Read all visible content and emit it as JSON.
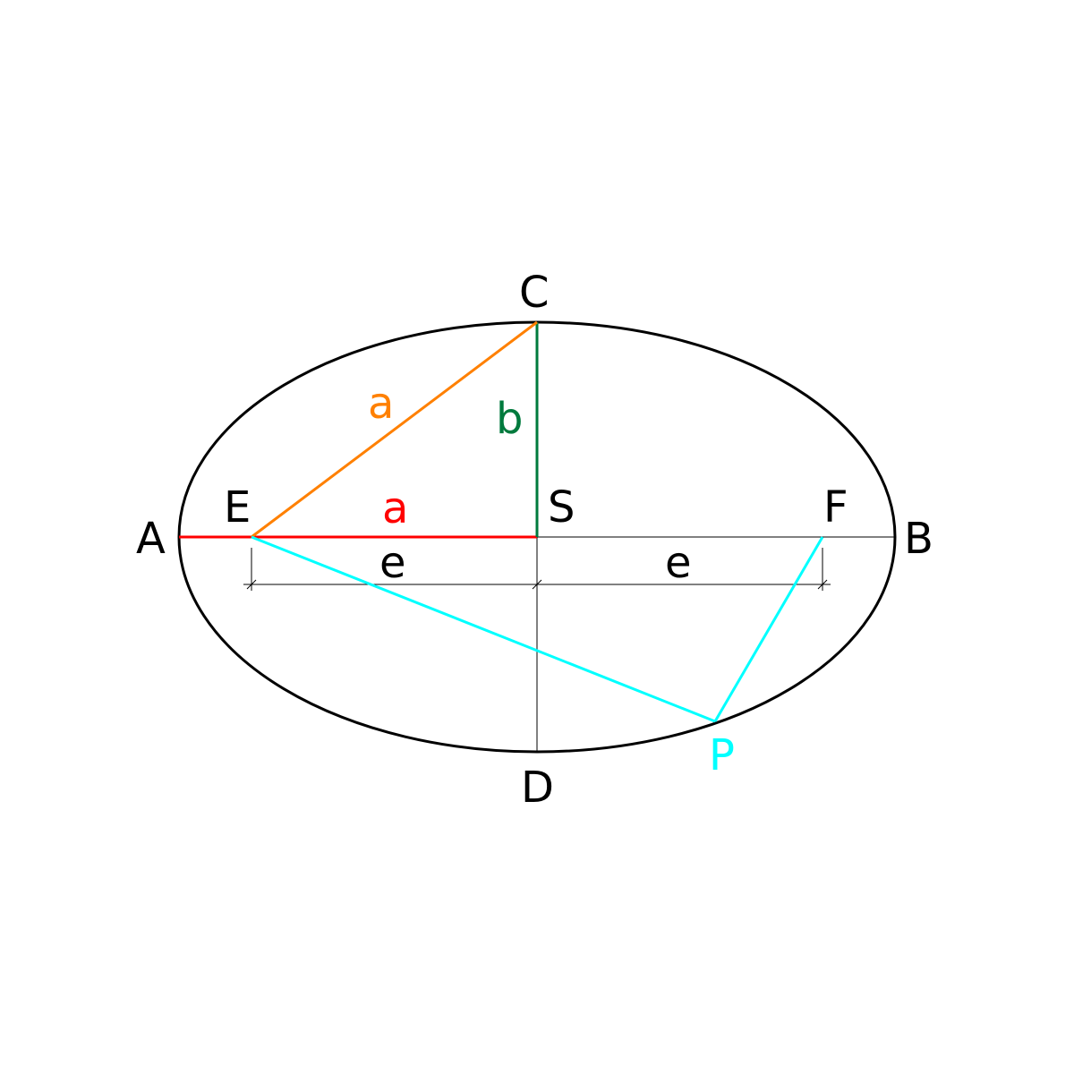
{
  "points": {
    "A": "A",
    "B": "B",
    "C": "C",
    "D": "D",
    "E": "E",
    "F": "F",
    "S": "S",
    "P": "P"
  },
  "segments": {
    "a_hypotenuse": "a",
    "a_semi_major": "a",
    "b_semi_minor": "b",
    "e_left": "e",
    "e_right": "e"
  },
  "colors": {
    "ellipse": "#000000",
    "axis": "#000000",
    "label": "#000000",
    "orange": "#ff8000",
    "green": "#007a3d",
    "red": "#ff0000",
    "cyan": "#00ffff"
  }
}
